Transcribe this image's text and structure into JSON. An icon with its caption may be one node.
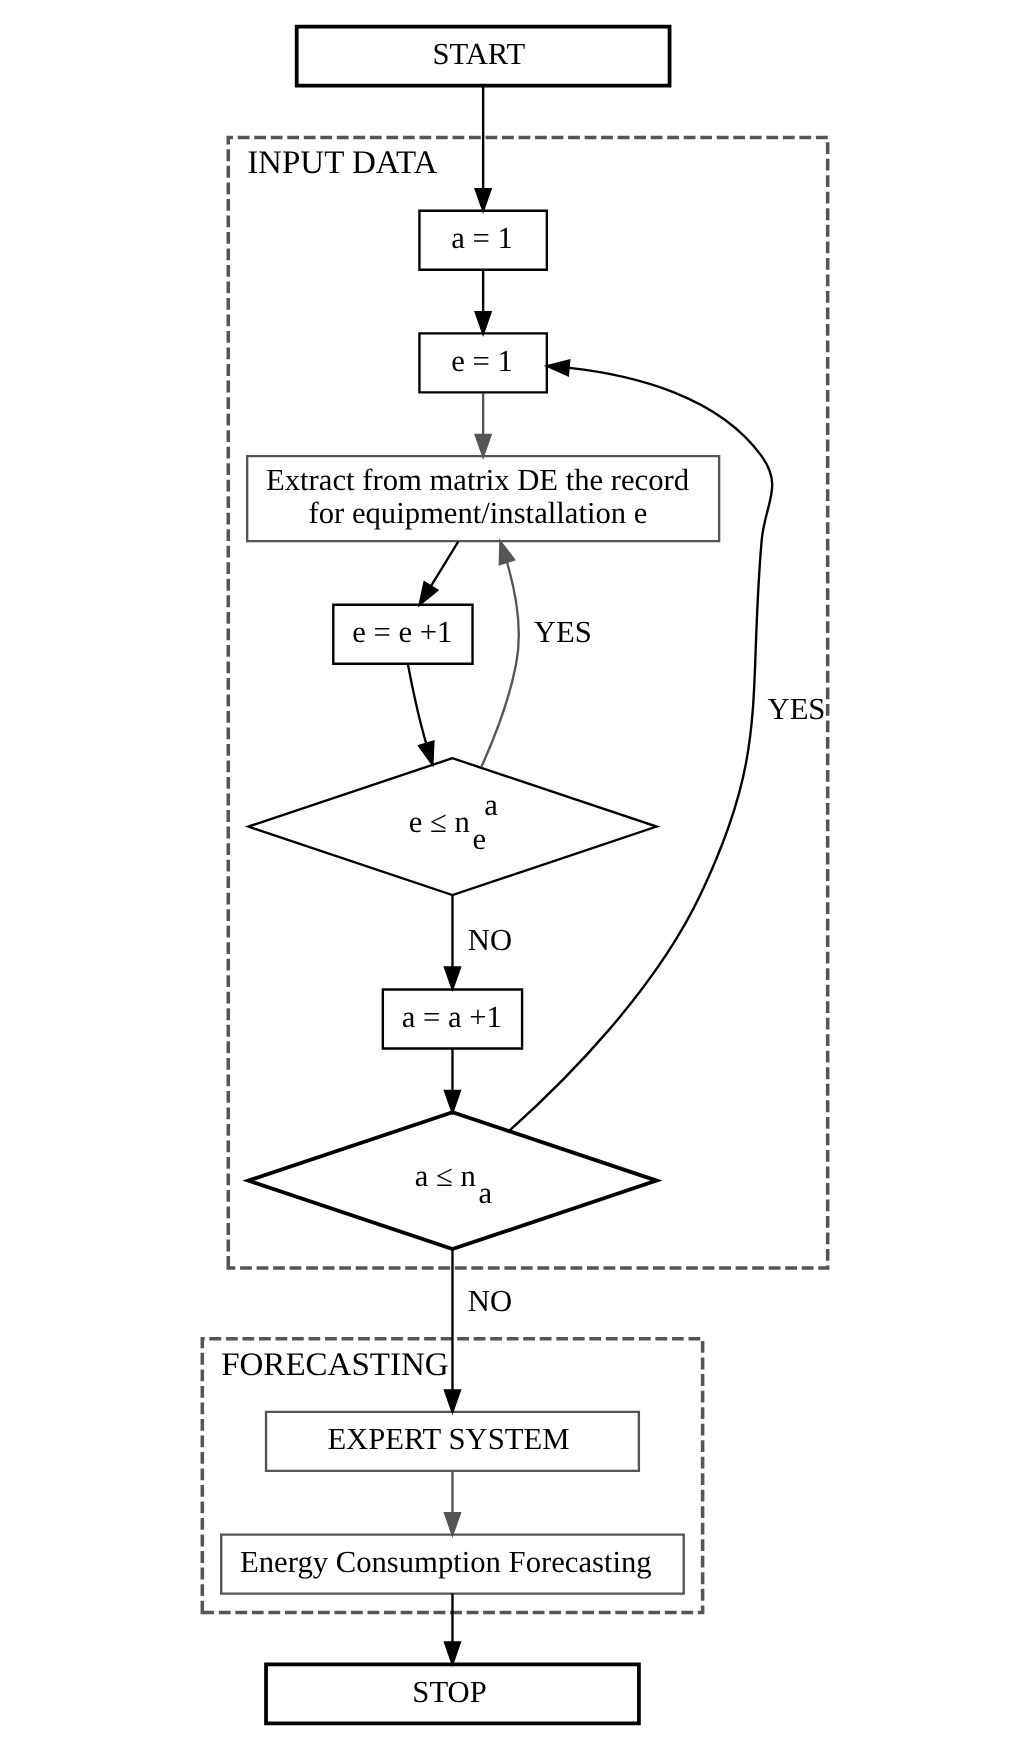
{
  "diagram": {
    "nodes": [
      {
        "text": [
          "START"
        ]
      },
      {
        "text": [
          "INPUT DATA"
        ]
      },
      {
        "text": [
          "a = 1"
        ],
        "in": 1
      },
      {
        "text": [
          "e = 1"
        ],
        "in": 1
      },
      {
        "text": [
          "Extract from matrix DE the record for equipment/installation e"
        ],
        "in": 1
      },
      {
        "text": [
          "e = e +1"
        ],
        "in": 1
      },
      {
        "text": [
          "e ≤ n$_{e}$$^{a}$"
        ],
        "in": 1
      },
      {
        "text": [
          "a = a +1"
        ],
        "in": 1
      },
      {
        "text": [
          "a ≤ n$_{a}$"
        ],
        "in": 1
      },
      {
        "text": [
          "FORECASTING"
        ]
      },
      {
        "text": [
          "EXPERT SYSTEM"
        ],
        "in": 9
      },
      {
        "text": [
          "Energy Consumption Forecasting"
        ],
        "in": 9
      },
      {
        "text": [
          "STOP"
        ]
      }
    ],
    "edges": [
      {
        "from": 0,
        "to": 2,
        "arrow": "to"
      },
      {
        "from": 2,
        "to": 3,
        "arrow": "to"
      },
      {
        "from": 3,
        "to": 4,
        "arrow": "to",
        "color": "#555555"
      },
      {
        "from": 4,
        "to": 5,
        "arrow": "to"
      },
      {
        "from": 5,
        "to": 6,
        "arrow": "to"
      },
      {
        "from": 6,
        "to": 4,
        "arrow": "to",
        "label": "YES",
        "color": "#555555"
      },
      {
        "from": 6,
        "to": 7,
        "arrow": "to",
        "label": "NO"
      },
      {
        "from": 7,
        "to": 8,
        "arrow": "to"
      },
      {
        "from": 8,
        "to": 3,
        "arrow": "to",
        "label": "YES"
      },
      {
        "from": 8,
        "to": 10,
        "arrow": "to",
        "label": "NO"
      },
      {
        "from": 10,
        "to": 11,
        "arrow": "to",
        "color": "#555555"
      },
      {
        "from": 11,
        "to": 12,
        "arrow": "to"
      }
    ]
  }
}
